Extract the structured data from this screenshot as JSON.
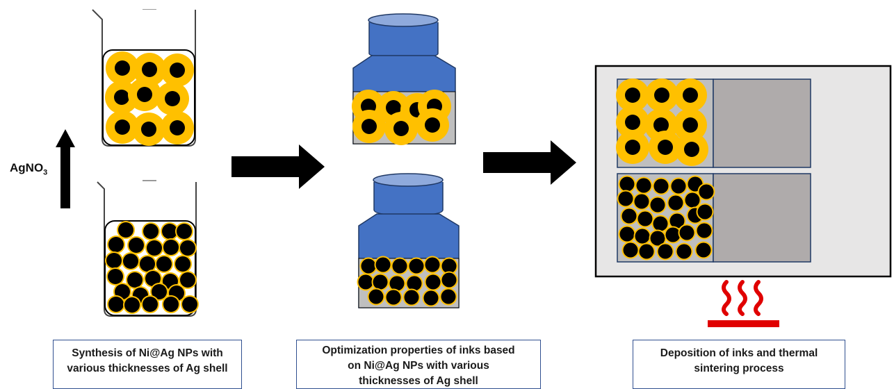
{
  "reagent": {
    "base": "AgNO",
    "subscript": "3"
  },
  "captions": [
    {
      "lines": [
        "Synthesis of Ni@Ag NPs with",
        "various thicknesses of Ag shell"
      ]
    },
    {
      "lines": [
        "Optimization properties of inks based",
        "on Ni@Ag NPs with various",
        "thicknesses of Ag shell"
      ]
    },
    {
      "lines": [
        "Deposition of inks and thermal",
        "sintering process"
      ]
    }
  ],
  "icons": [
    "beaker-icon",
    "ink-bottle-icon",
    "substrate-icon",
    "arrow-right-icon",
    "arrow-up-icon",
    "heat-icon"
  ],
  "colors": {
    "shell": "#ffc000",
    "core": "#000000",
    "bottle": "#4472c4",
    "ink": "#bfbfbf",
    "substrate": "#e7e6e6",
    "film": "#afabab",
    "heat": "#e00000",
    "caption_border": "#2f4f8f"
  }
}
